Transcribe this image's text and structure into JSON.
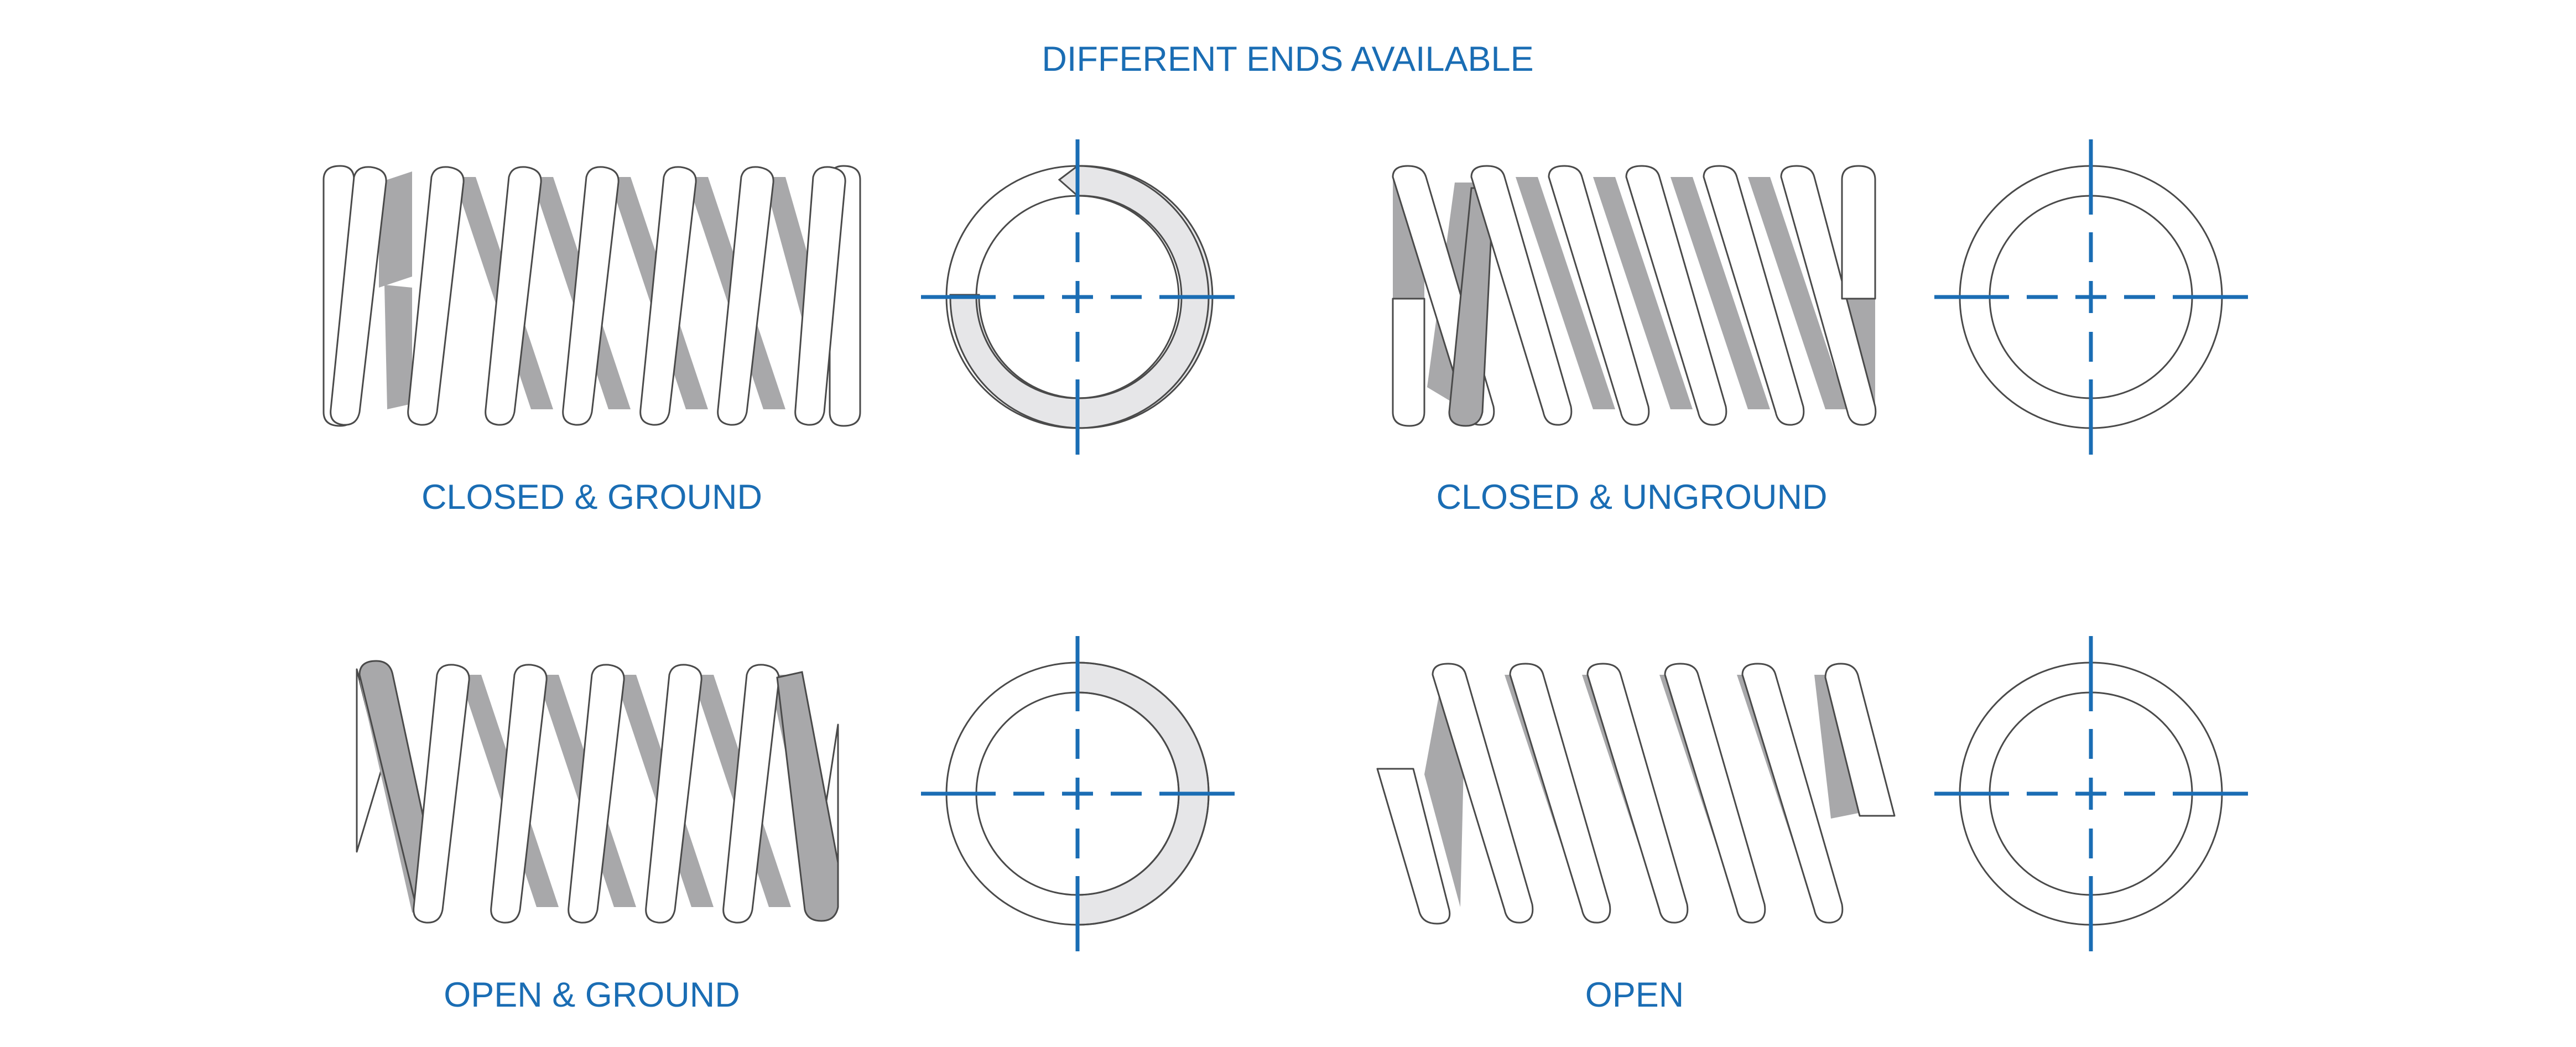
{
  "title": "DIFFERENT ENDS AVAILABLE",
  "variants": [
    {
      "id": "closed-ground",
      "label": "CLOSED & GROUND"
    },
    {
      "id": "closed-unground",
      "label": "CLOSED & UNGROUND"
    },
    {
      "id": "open-ground",
      "label": "OPEN & GROUND"
    },
    {
      "id": "open",
      "label": "OPEN"
    }
  ],
  "colors": {
    "accent": "#1a6db4",
    "outline": "#4a4a4a",
    "shaded_coil": "#a8a8aa",
    "ring_tip": "#e6e6e8"
  }
}
